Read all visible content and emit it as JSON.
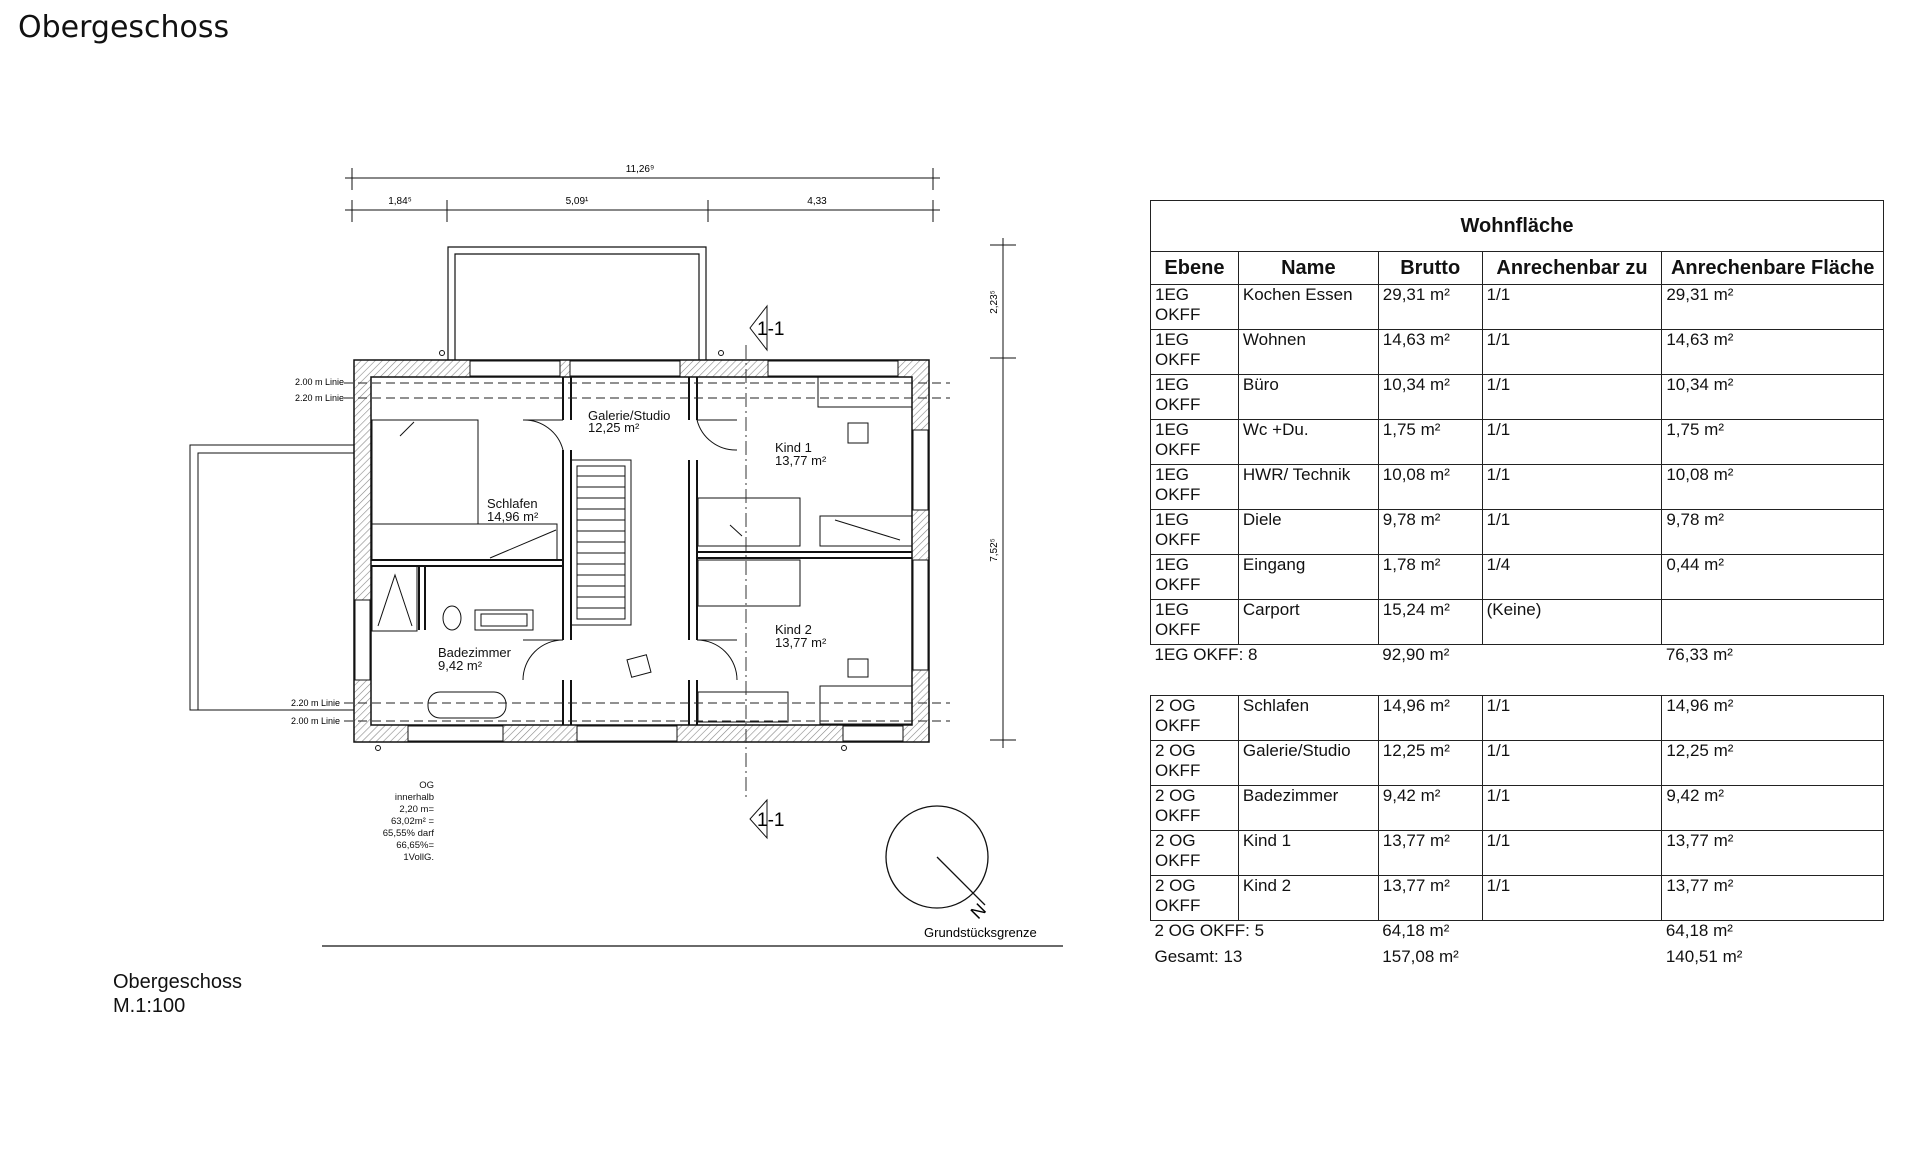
{
  "page_title": "Obergeschoss",
  "caption": {
    "line1": "Obergeschoss",
    "line2": "M.1:100"
  },
  "plan": {
    "dimensions": {
      "overall": "11,26⁹",
      "segment_1": "1,84⁵",
      "segment_2": "5,09¹",
      "segment_3": "4,33",
      "right_upper": "2,23⁵",
      "right_main": "7,52⁵"
    },
    "section_marker": "1-1",
    "line_labels": {
      "top_2_00": "2.00 m Linie",
      "top_2_20": "2.20 m Linie",
      "bottom_2_20": "2.20 m Linie",
      "bottom_2_00": "2.00 m Linie"
    },
    "rooms": {
      "galerie": {
        "name": "Galerie/Studio",
        "area": "12,25 m²"
      },
      "kind1": {
        "name": "Kind 1",
        "area": "13,77 m²"
      },
      "schlafen": {
        "name": "Schlafen",
        "area": "14,96 m²"
      },
      "kind2": {
        "name": "Kind 2",
        "area": "13,77 m²"
      },
      "bad": {
        "name": "Badezimmer",
        "area": "9,42 m²"
      }
    },
    "note_lines": [
      "OG",
      "innerhalb",
      "2,20 m=",
      "63,02m² =",
      "65,55% darf",
      "66,65%=",
      "1VollG."
    ],
    "north_label": "N",
    "boundary_label": "Grundstücksgrenze"
  },
  "table": {
    "title": "Wohnfläche",
    "headers": [
      "Ebene",
      "Name",
      "Brutto",
      "Anrechenbar zu",
      "Anrechenbare Fläche"
    ],
    "group1": {
      "rows": [
        {
          "ebene": "1EG OKFF",
          "name": "Kochen Essen",
          "brutto": "29,31 m²",
          "zu": "1/1",
          "flaeche": "29,31 m²"
        },
        {
          "ebene": "1EG OKFF",
          "name": "Wohnen",
          "brutto": "14,63 m²",
          "zu": "1/1",
          "flaeche": "14,63 m²"
        },
        {
          "ebene": "1EG OKFF",
          "name": "Büro",
          "brutto": "10,34 m²",
          "zu": "1/1",
          "flaeche": "10,34 m²"
        },
        {
          "ebene": "1EG OKFF",
          "name": "Wc +Du.",
          "brutto": "1,75 m²",
          "zu": "1/1",
          "flaeche": "1,75 m²"
        },
        {
          "ebene": "1EG OKFF",
          "name": "HWR/ Technik",
          "brutto": "10,08 m²",
          "zu": "1/1",
          "flaeche": "10,08 m²"
        },
        {
          "ebene": "1EG OKFF",
          "name": "Diele",
          "brutto": "9,78 m²",
          "zu": "1/1",
          "flaeche": "9,78 m²"
        },
        {
          "ebene": "1EG OKFF",
          "name": "Eingang",
          "brutto": "1,78 m²",
          "zu": "1/4",
          "flaeche": "0,44 m²"
        },
        {
          "ebene": "1EG OKFF",
          "name": "Carport",
          "brutto": "15,24 m²",
          "zu": "(Keine)",
          "flaeche": ""
        }
      ],
      "summary": {
        "label": "1EG OKFF: 8",
        "brutto": "92,90 m²",
        "flaeche": "76,33 m²"
      }
    },
    "group2": {
      "rows": [
        {
          "ebene": "2 OG OKFF",
          "name": "Schlafen",
          "brutto": "14,96 m²",
          "zu": "1/1",
          "flaeche": "14,96 m²"
        },
        {
          "ebene": "2 OG OKFF",
          "name": "Galerie/Studio",
          "brutto": "12,25 m²",
          "zu": "1/1",
          "flaeche": "12,25 m²"
        },
        {
          "ebene": "2 OG OKFF",
          "name": "Badezimmer",
          "brutto": "9,42 m²",
          "zu": "1/1",
          "flaeche": "9,42 m²"
        },
        {
          "ebene": "2 OG OKFF",
          "name": "Kind 1",
          "brutto": "13,77 m²",
          "zu": "1/1",
          "flaeche": "13,77 m²"
        },
        {
          "ebene": "2 OG OKFF",
          "name": "Kind 2",
          "brutto": "13,77 m²",
          "zu": "1/1",
          "flaeche": "13,77 m²"
        }
      ],
      "summary": {
        "label": "2 OG OKFF: 5",
        "brutto": "64,18 m²",
        "flaeche": "64,18 m²"
      }
    },
    "total": {
      "label": "Gesamt: 13",
      "brutto": "157,08 m²",
      "flaeche": "140,51 m²"
    }
  }
}
